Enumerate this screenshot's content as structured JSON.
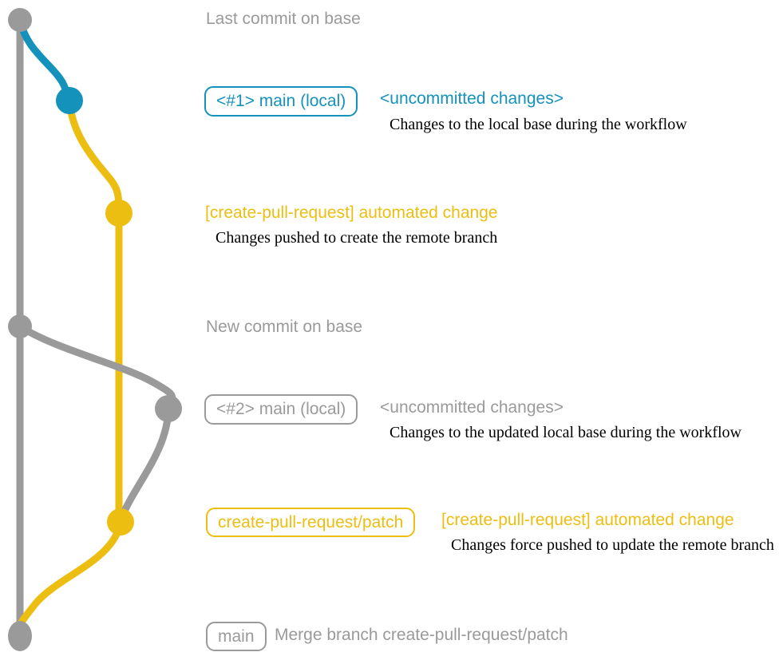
{
  "colors": {
    "gray": "#9a9a9a",
    "blue": "#1592bb",
    "yellow": "#edbe12",
    "description_text": "#000000"
  },
  "graph": {
    "commit_count": 7,
    "branches": [
      {
        "name": "base",
        "color": "#9a9a9a"
      },
      {
        "name": "main-local",
        "color": "#1592bb"
      },
      {
        "name": "create-pull-request-patch",
        "color": "#edbe12"
      }
    ]
  },
  "annotations": {
    "last_commit": "Last commit on base",
    "branch1_badge": "<#1> main (local)",
    "branch1_status": "<uncommitted changes>",
    "branch1_desc": "Changes to the local base during the workflow",
    "auto_change1": "[create-pull-request] automated change",
    "auto_change1_desc": "Changes pushed to create the remote branch",
    "new_commit": "New commit on base",
    "branch2_badge": "<#2> main (local)",
    "branch2_status": "<uncommitted changes>",
    "branch2_desc": "Changes to the updated local base during the workflow",
    "patch_badge": "create-pull-request/patch",
    "auto_change2": "[create-pull-request] automated change",
    "auto_change2_desc": "Changes force pushed to update the remote branch",
    "main_badge": "main",
    "merge_message": "Merge branch create-pull-request/patch"
  }
}
